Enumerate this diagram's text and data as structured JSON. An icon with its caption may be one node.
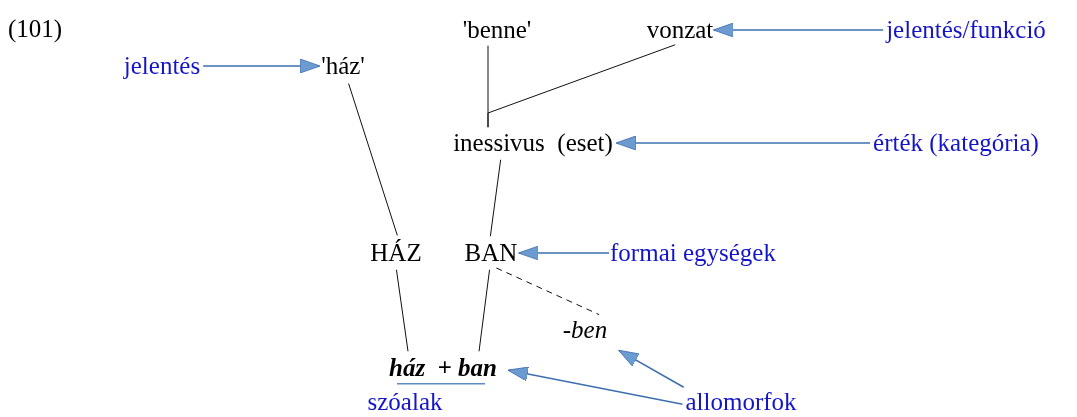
{
  "diagram": {
    "nodes": [
      {
        "text": [
          "'benne'"
        ]
      },
      {
        "text": [
          "vonzat"
        ]
      },
      {
        "text": [
          "jelentés/funkció"
        ]
      },
      {
        "text": [
          "jelentés"
        ]
      },
      {
        "text": [
          "'ház'"
        ]
      },
      {
        "text": [
          "inessivus  (eset)"
        ]
      },
      {
        "text": [
          "érték (kategória)"
        ]
      },
      {
        "text": [
          "HÁZ"
        ]
      },
      {
        "text": [
          "BAN"
        ]
      },
      {
        "text": [
          "formai egységek"
        ]
      },
      {
        "text": [
          "-ben"
        ]
      },
      {
        "text": [
          "ház  + ban"
        ]
      },
      {
        "text": [
          "szóalak"
        ]
      },
      {
        "text": [
          "allomorfok"
        ]
      }
    ],
    "edges": [
      {
        "from": 0,
        "to": 5,
        "arrow": "none"
      },
      {
        "from": 1,
        "to": 5,
        "arrow": "none"
      },
      {
        "from": 4,
        "to": 7,
        "arrow": "none"
      },
      {
        "from": 5,
        "to": 8,
        "arrow": "none"
      },
      {
        "from": 7,
        "to": 11,
        "arrow": "none"
      },
      {
        "from": 8,
        "to": 11,
        "arrow": "none"
      },
      {
        "from": 8,
        "to": 10,
        "arrow": "none",
        "style": "dashed"
      },
      {
        "from": 3,
        "to": 4,
        "arrow": "to",
        "color": "#3d6fae"
      },
      {
        "from": 2,
        "to": 1,
        "arrow": "to",
        "color": "#3d6fae"
      },
      {
        "from": 6,
        "to": 5,
        "arrow": "to",
        "color": "#3d6fae"
      },
      {
        "from": 9,
        "to": 8,
        "arrow": "to",
        "color": "#3d6fae"
      },
      {
        "from": 13,
        "to": 10,
        "arrow": "to",
        "color": "#3d6fae"
      },
      {
        "from": 13,
        "to": 11,
        "arrow": "to",
        "color": "#3d6fae"
      }
    ],
    "labels": [
      "(101)"
    ]
  }
}
